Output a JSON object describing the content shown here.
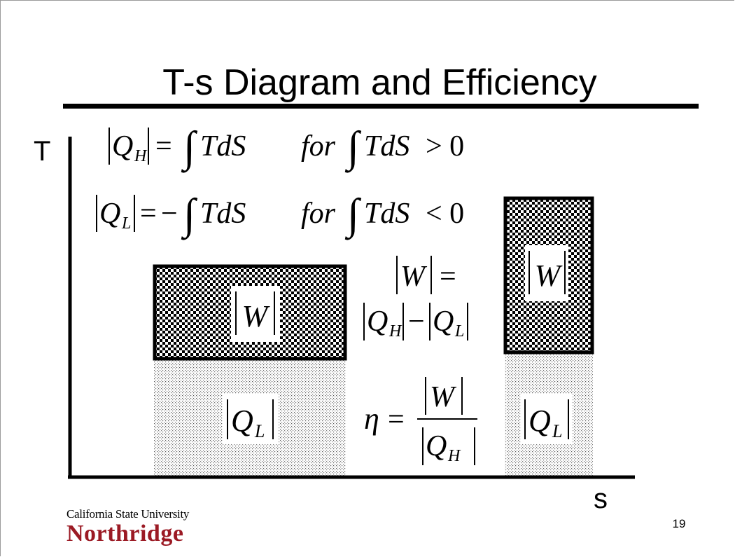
{
  "slide": {
    "title": "T-s Diagram and Efficiency",
    "page_number": "19"
  },
  "axes": {
    "y_label": "T",
    "x_label": "s"
  },
  "equations": {
    "qh": "|Q_H| = ∫TdS   for ∫TdS > 0",
    "ql": "|Q_L| = −∫TdS   for ∫TdS < 0",
    "work_top": "|W| =",
    "work_bottom": "|Q_H| − |Q_L|",
    "efficiency": "η = |W| / |Q_H|"
  },
  "regions": {
    "left_work_label": "|W|",
    "left_heat_label": "|Q_L|",
    "right_work_label": "|W|",
    "right_heat_label": "|Q_L|"
  },
  "logo": {
    "line1": "California State University",
    "line2": "Northridge"
  },
  "colors": {
    "logo_red": "#9b1a24",
    "ink": "#000000"
  }
}
